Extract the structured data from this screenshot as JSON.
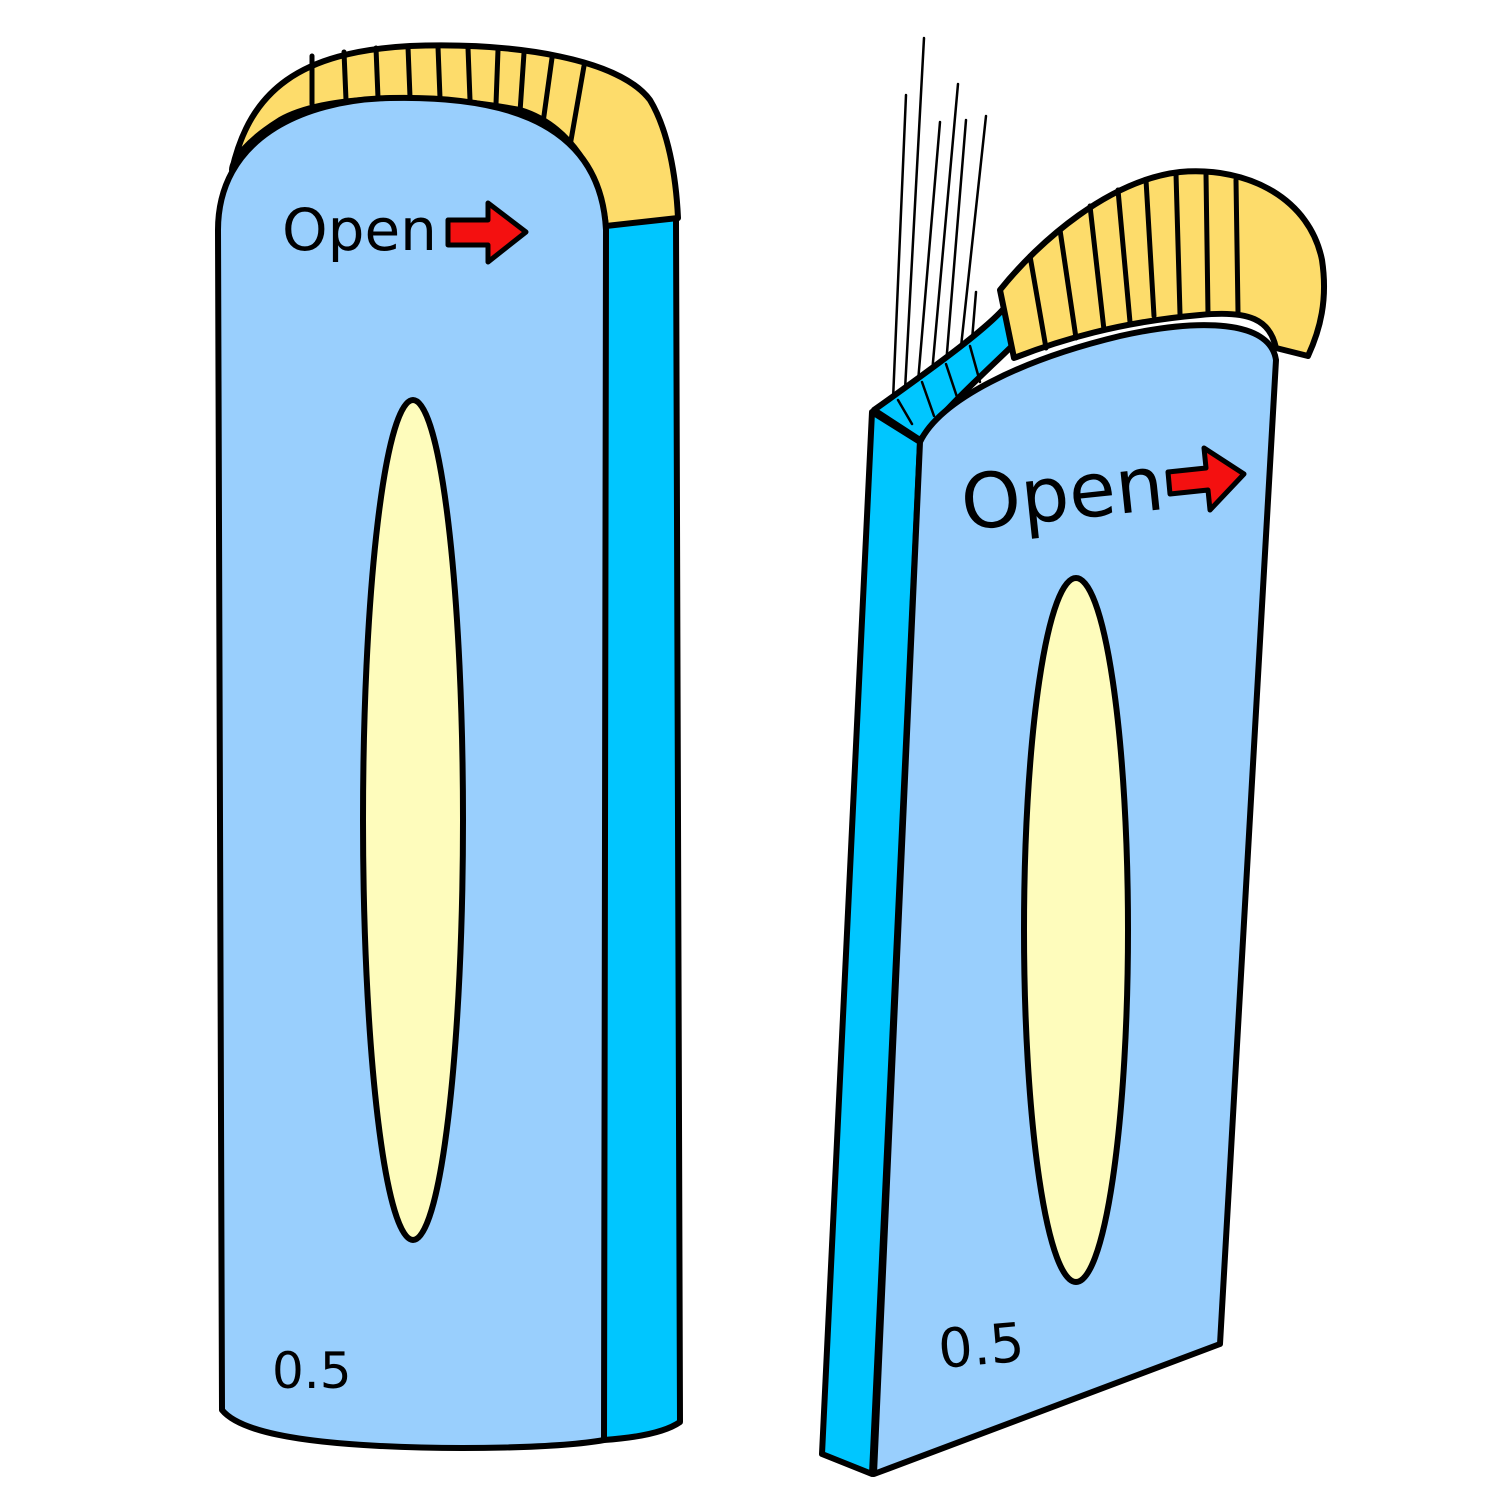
{
  "colors": {
    "face": "#99CFFD",
    "side": "#00C6FF",
    "tip": "#FDDC6B",
    "slot": "#FEFCBC",
    "arrow": "#F41010",
    "outline": "#000000"
  },
  "cartridges": [
    {
      "open_label": "Open",
      "size_label": "0.5",
      "arrow_icon": "arrow-right-icon",
      "state": "closed"
    },
    {
      "open_label": "Open",
      "size_label": "0.5",
      "arrow_icon": "arrow-right-icon",
      "state": "needles-exposed"
    }
  ]
}
